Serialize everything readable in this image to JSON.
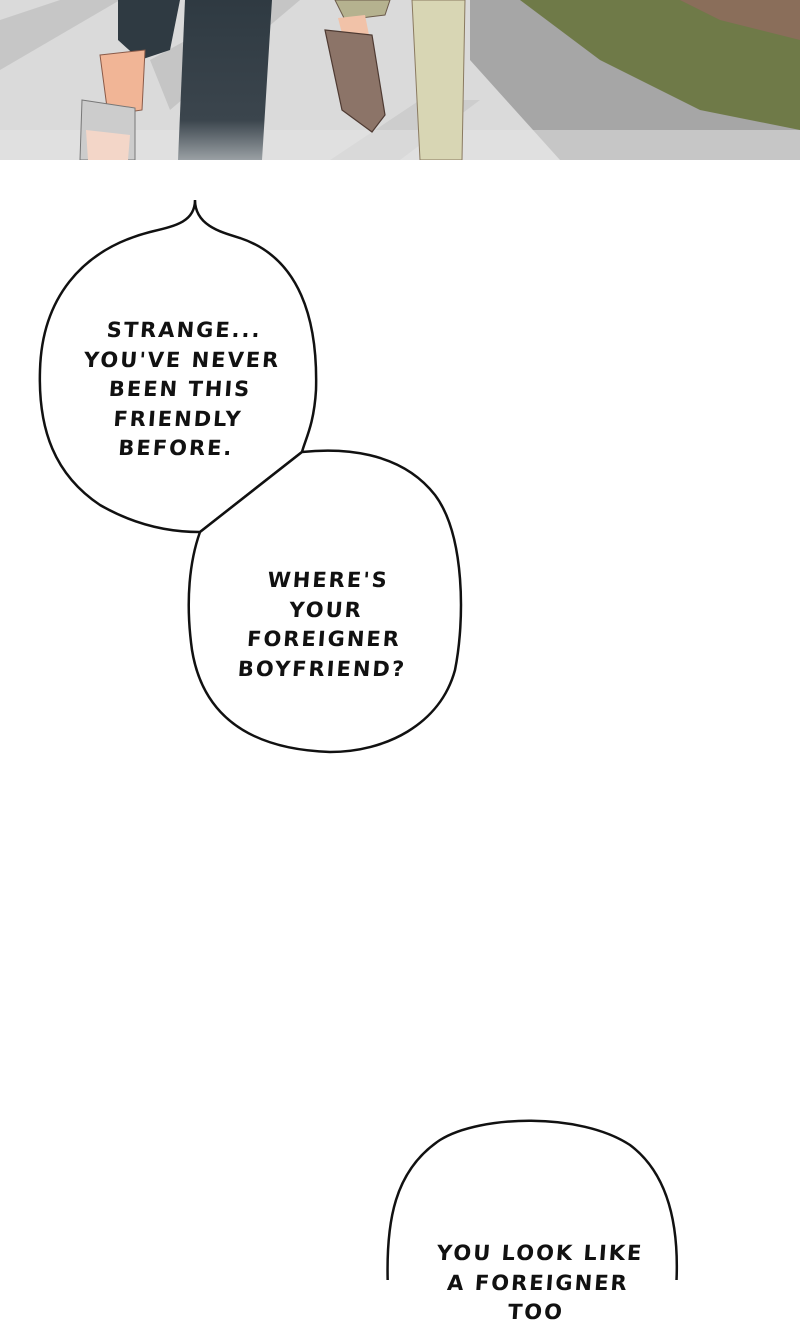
{
  "comic": {
    "top_panel": {
      "description": "Illustrated panel showing legs and feet of two people walking on a paved sidewalk next to grass",
      "colors": {
        "pavement": "#d8d8d8",
        "pavement_shadow": "#a9a9a9",
        "grass": "#6f7a48",
        "soil": "#8a6e5a",
        "dark_pants": "#2f3a42",
        "khaki_pants": "#d8d6b4",
        "shoe_brown": "#8c7468",
        "skin": "#f1b596",
        "slipper": "#c9c9c9"
      }
    },
    "bubbles": [
      {
        "id": "bubble-1",
        "lines": [
          "STRANGE...",
          "YOU'VE NEVER",
          "BEEN THIS",
          "FRIENDLY",
          "BEFORE."
        ]
      },
      {
        "id": "bubble-2",
        "lines": [
          "WHERE'S",
          "YOUR FOREIGNER",
          "BOYFRIEND?"
        ]
      },
      {
        "id": "bubble-3",
        "lines": [
          "YOU LOOK LIKE",
          "A FOREIGNER TOO"
        ]
      }
    ]
  }
}
